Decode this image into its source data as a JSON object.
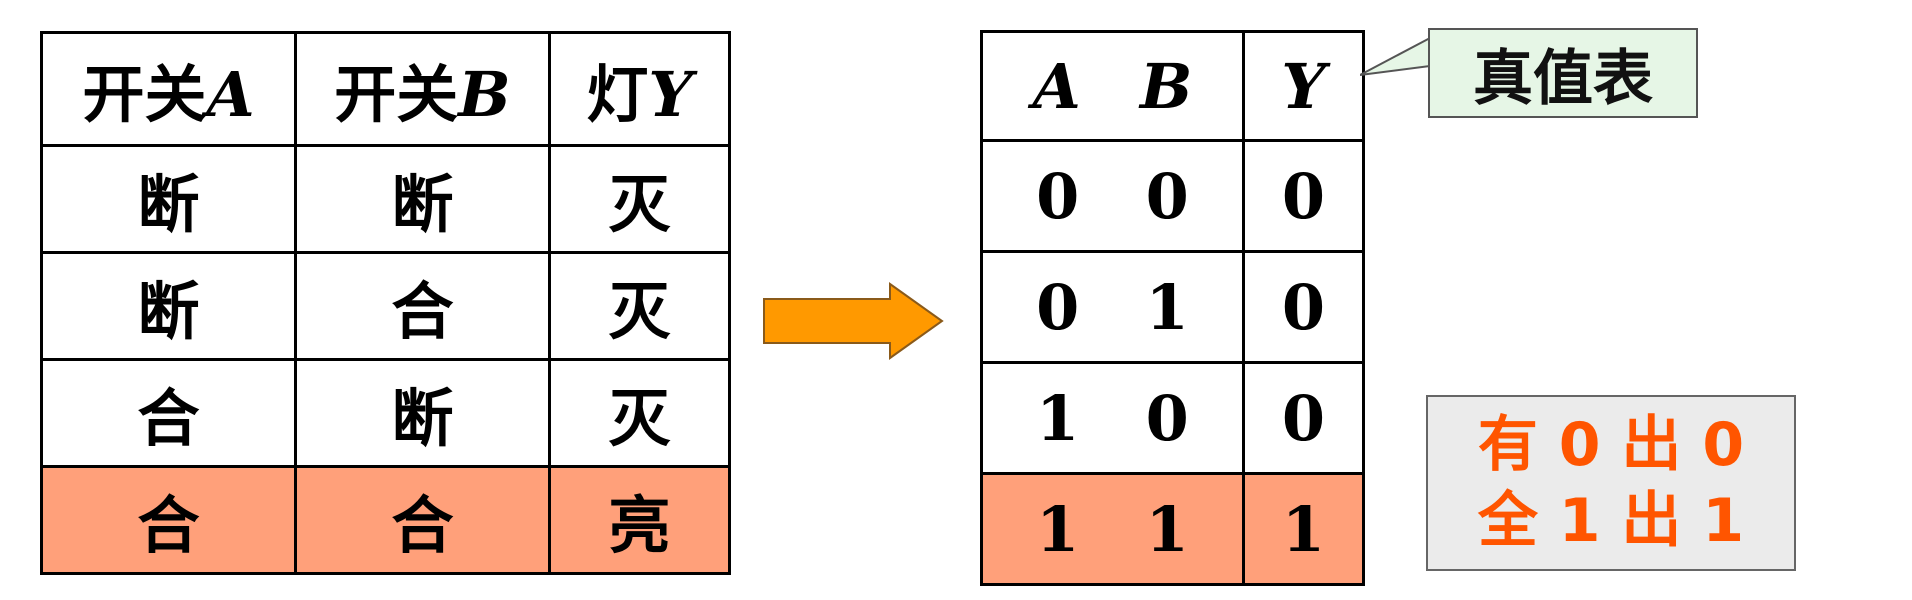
{
  "left_table": {
    "headers": [
      {
        "text": "开关",
        "var": "A"
      },
      {
        "text": "开关",
        "var": "B"
      },
      {
        "text": "灯",
        "var": "Y"
      }
    ],
    "rows": [
      [
        "断",
        "断",
        "灭"
      ],
      [
        "断",
        "合",
        "灭"
      ],
      [
        "合",
        "断",
        "灭"
      ],
      [
        "合",
        "合",
        "亮"
      ]
    ]
  },
  "right_table": {
    "headers": [
      "A",
      "B",
      "Y"
    ],
    "rows": [
      [
        "0",
        "0",
        "0"
      ],
      [
        "0",
        "1",
        "0"
      ],
      [
        "1",
        "0",
        "0"
      ],
      [
        "1",
        "1",
        "1"
      ]
    ]
  },
  "callout": {
    "label": "真值表",
    "bg_color": "#E6F6E6"
  },
  "rule_box": {
    "line1": "有 0 出 0",
    "line2": "全 1 出 1",
    "text_color": "#FF5500"
  },
  "colors": {
    "highlight_row": "#FFA07A",
    "arrow": "#FF9900"
  },
  "icons": {
    "arrow": "right-arrow-icon"
  }
}
